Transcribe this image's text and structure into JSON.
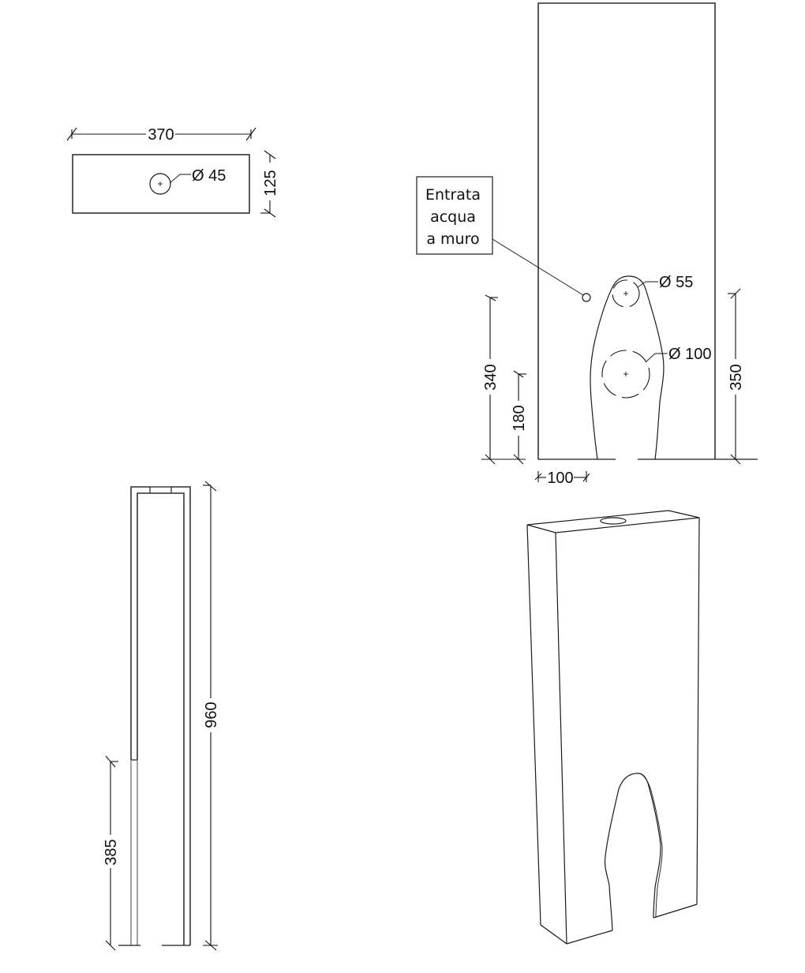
{
  "top_view": {
    "width_label": "370",
    "depth_label": "125",
    "hole_label": "Ø 45"
  },
  "front_view": {
    "callout": {
      "line1": "Entrata",
      "line2": "acqua",
      "line3": "a muro"
    },
    "hole_top_label": "Ø 55",
    "hole_bottom_label": "Ø 100",
    "dim_340": "340",
    "dim_180": "180",
    "dim_350": "350",
    "dim_100": "100"
  },
  "side_view": {
    "height_label": "960",
    "opening_label": "385"
  },
  "iso_view": {},
  "colors": {
    "line": "#1a1a1a",
    "outline_grey": "#4a4a4a",
    "background": "#ffffff"
  }
}
